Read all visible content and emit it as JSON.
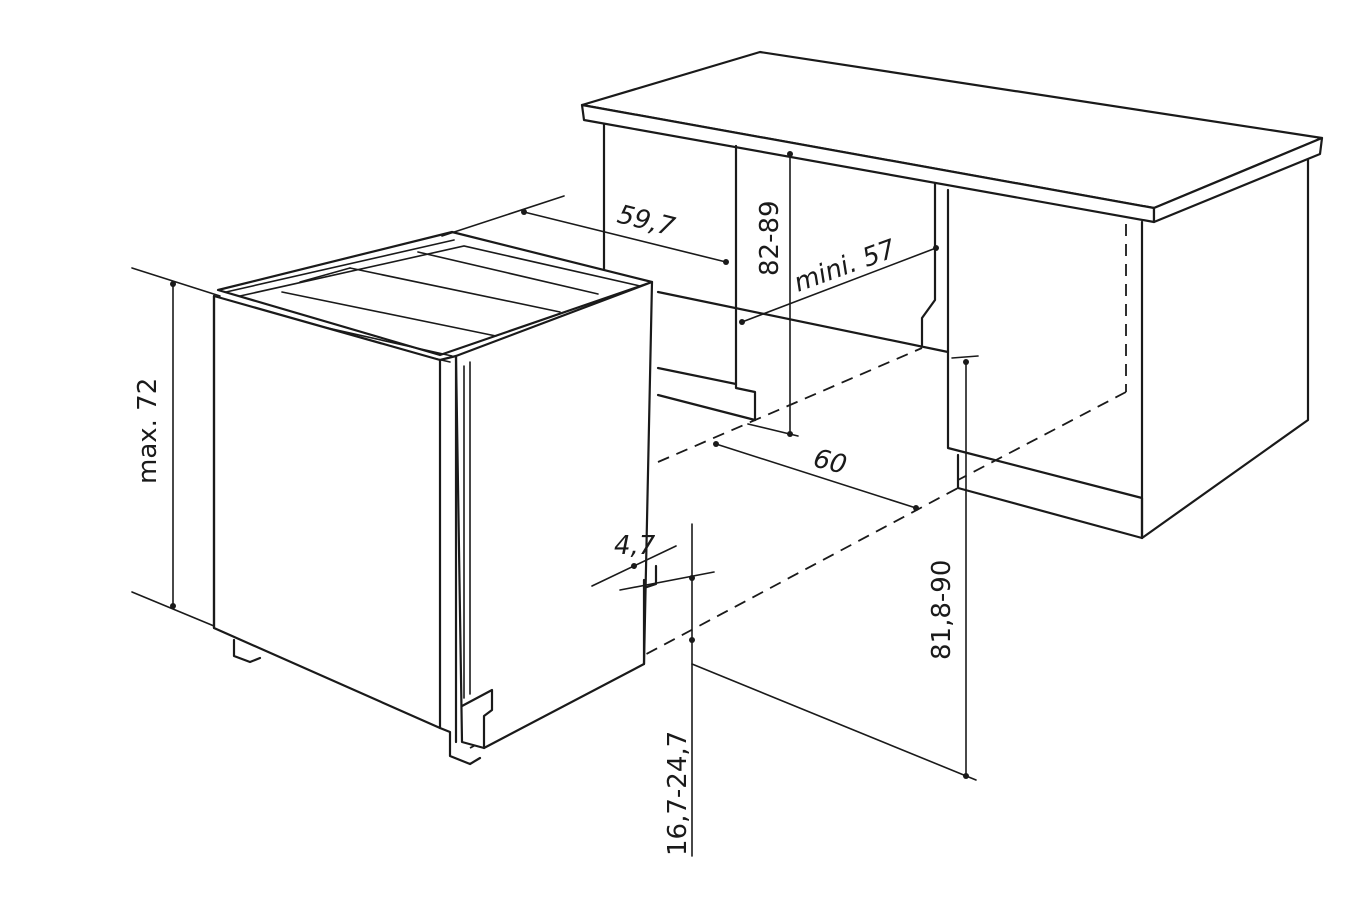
{
  "dimensions": {
    "appliance_height": "max. 72",
    "appliance_depth": "59,7",
    "niche_height": "82-89",
    "niche_min_width": "mini. 57",
    "niche_width": "60",
    "door_offset": "4,7",
    "total_height": "81,8-90",
    "plinth_height": "16,7-24,7"
  }
}
